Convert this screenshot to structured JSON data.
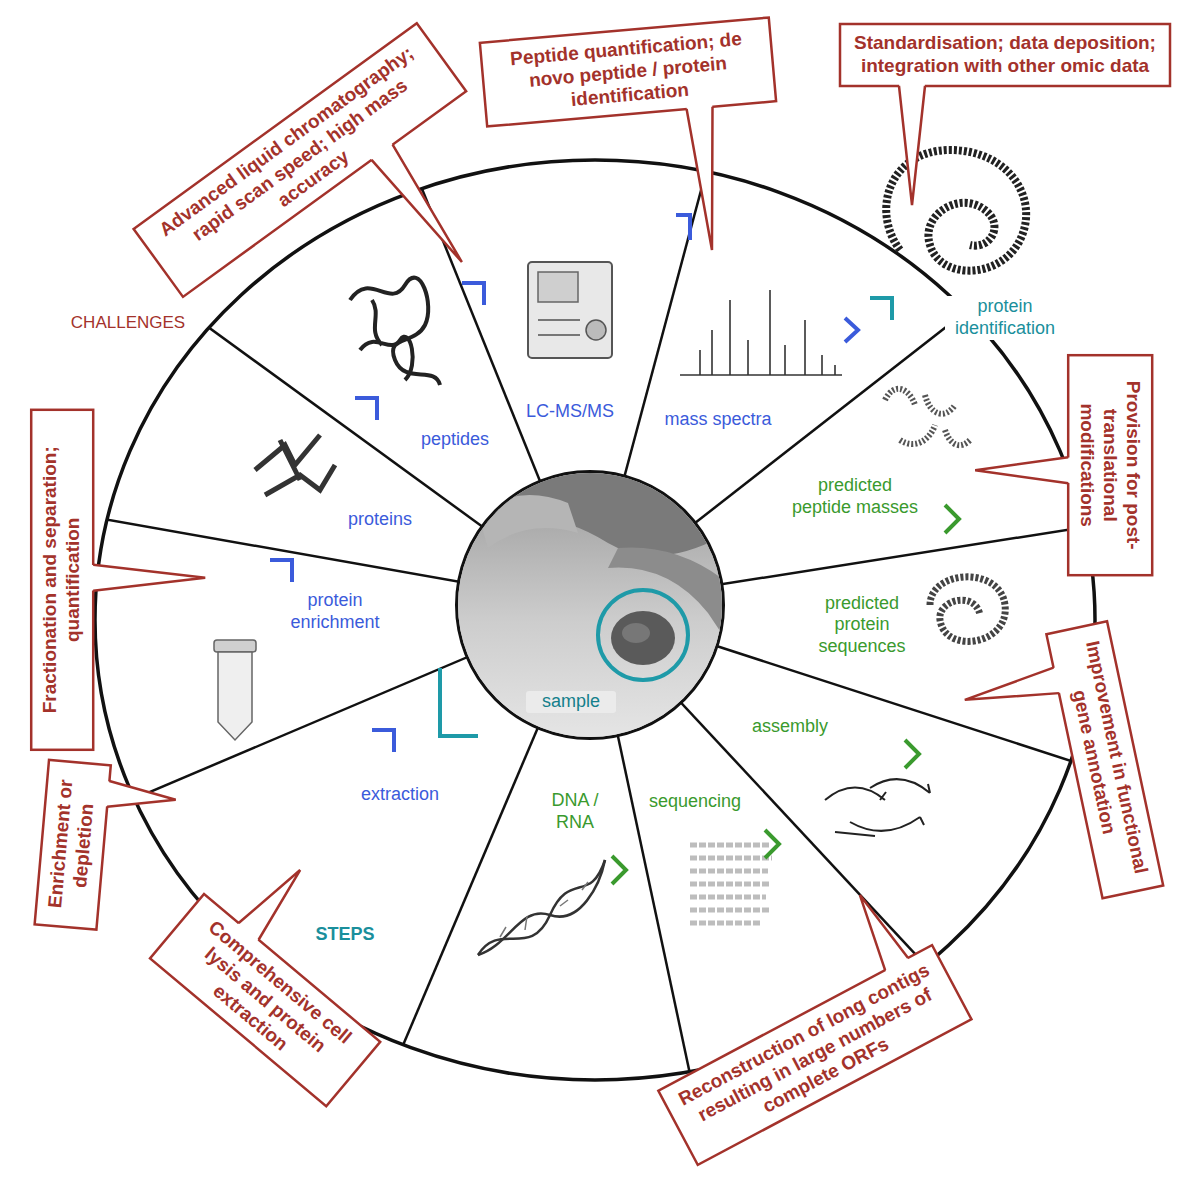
{
  "diagram": {
    "nodes": [
      {
        "text": [
          "Advanced liquid chromatography; rapid scan speed; high mass accuracy"
        ]
      },
      {
        "text": [
          "Peptide quantification; de novo peptide / protein identification"
        ]
      },
      {
        "text": [
          "Standardisation; data deposition; integration with other omic data"
        ]
      },
      {
        "text": [
          "Provision for post-translational modifications"
        ]
      },
      {
        "text": [
          "Improvement in functional gene annotation"
        ]
      },
      {
        "text": [
          "Reconstruction of long contigs resulting in large numbers of complete ORFs"
        ]
      },
      {
        "text": [
          "Comprehensive cell lysis and protein extraction"
        ]
      },
      {
        "text": [
          "Enrichment or depletion"
        ]
      },
      {
        "text": [
          "Fractionation and separation; quantification"
        ]
      },
      {
        "text": [
          "sample"
        ]
      }
    ],
    "labels": [
      "CHALLENGES",
      "peptides",
      "LC-MS/MS",
      "mass spectra",
      "protein identification",
      "predicted peptide masses",
      "predicted protein sequences",
      "assembly",
      "sequencing",
      "DNA / RNA",
      "STEPS",
      "extraction",
      "protein enrichment",
      "proteins"
    ]
  }
}
